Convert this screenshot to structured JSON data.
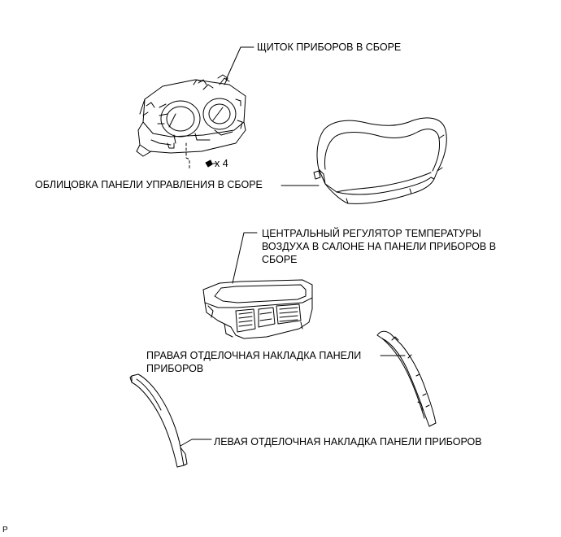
{
  "labels": {
    "combination_meter": "ЩИТОК ПРИБОРОВ В СБОРЕ",
    "meter_hood": "ОБЛИЦОВКА ПАНЕЛИ УПРАВЛЕНИЯ В СБОРЕ",
    "center_register": "ЦЕНТРАЛЬНЫЙ РЕГУЛЯТОР ТЕМПЕРАТУРЫ ВОЗДУХА В САЛОНЕ НА ПАНЕЛИ ПРИБОРОВ В СБОРЕ",
    "right_trim": "ПРАВАЯ ОТДЕЛОЧНАЯ НАКЛАДКА ПАНЕЛИ ПРИБОРОВ",
    "left_trim": "ЛЕВАЯ ОТДЕЛОЧНАЯ НАКЛАДКА ПАНЕЛИ ПРИБОРОВ",
    "screw_count": "x 4",
    "corner_code": "P"
  }
}
